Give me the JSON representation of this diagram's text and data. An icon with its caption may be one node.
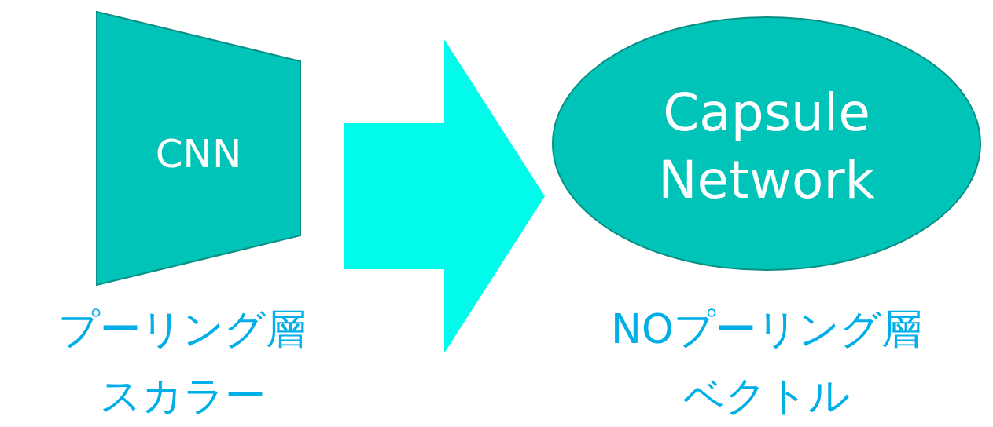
{
  "diagram": {
    "nodes": [
      {
        "text": [
          "CNN"
        ],
        "beside": [
          "プーリング層",
          "スカラー"
        ]
      },
      {
        "text": [
          "Capsule Network"
        ],
        "beside": [
          "NOプーリング層",
          "ベクトル"
        ]
      }
    ],
    "edges": [
      {
        "from": 0,
        "to": 1,
        "arrow": "to"
      }
    ]
  }
}
